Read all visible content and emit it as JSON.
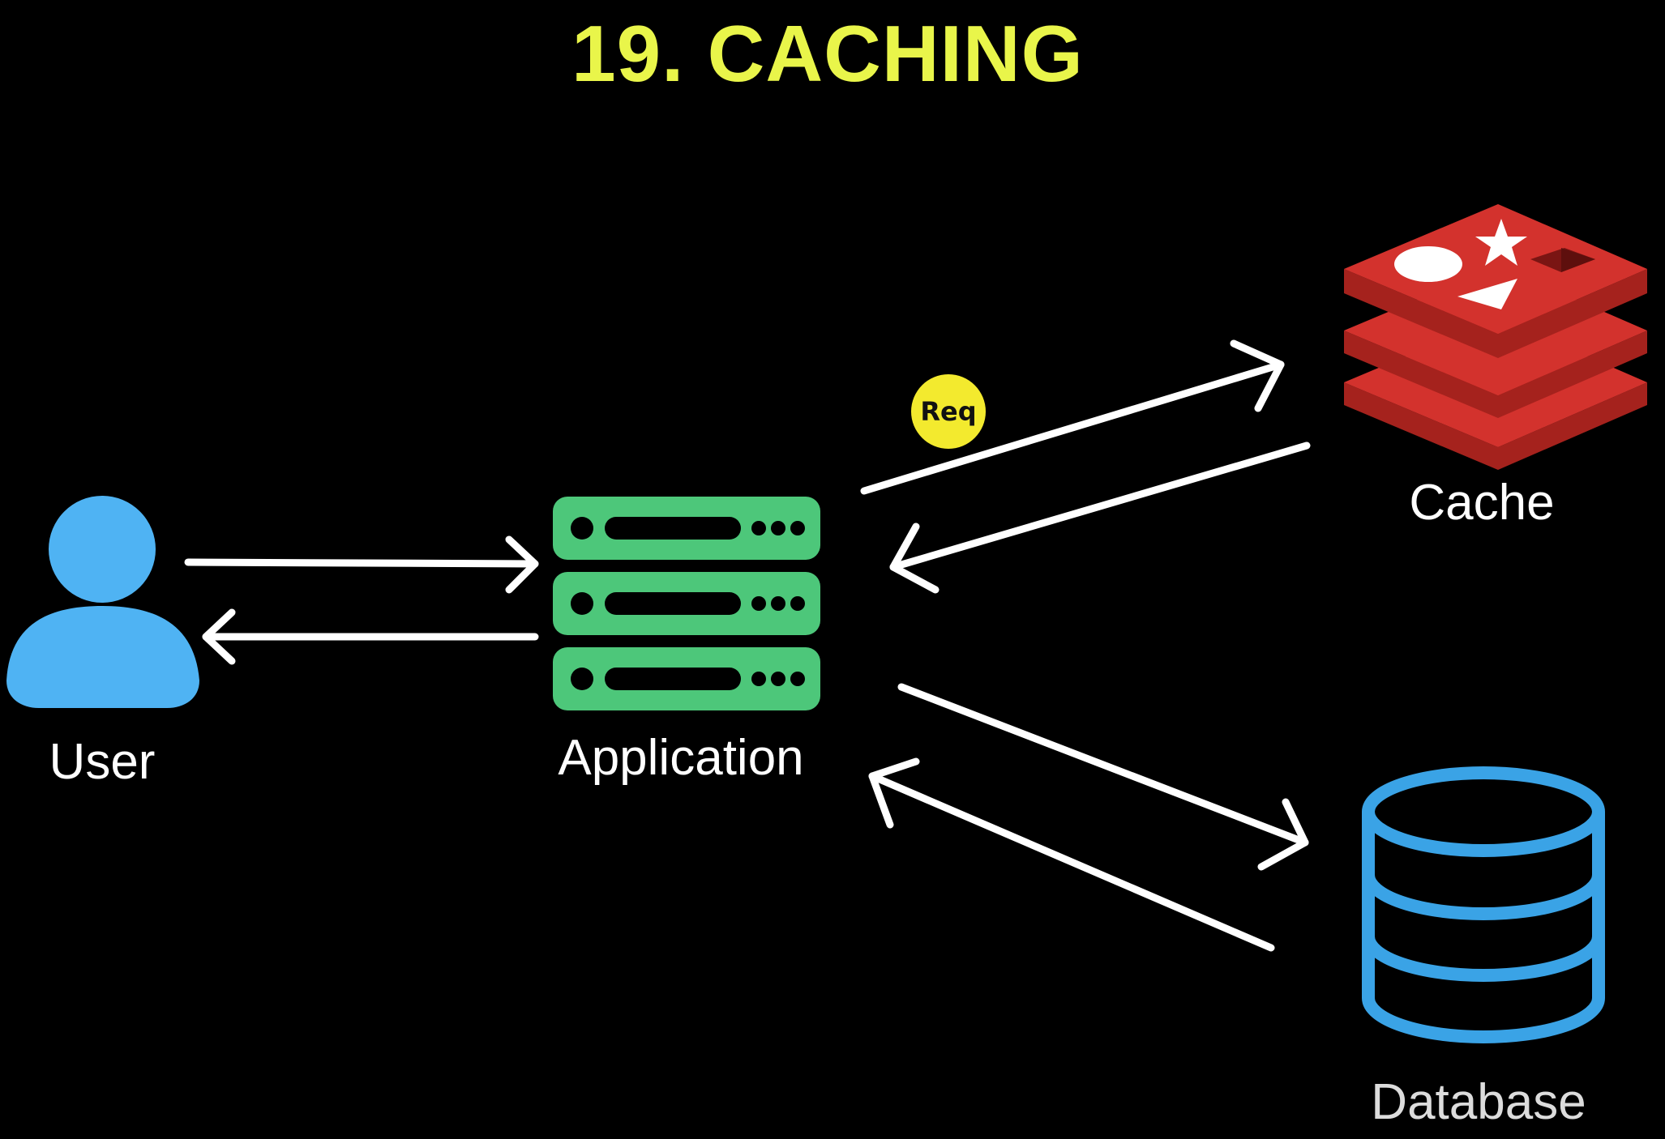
{
  "title": "19. CACHING",
  "nodes": {
    "user": {
      "label": "User",
      "icon": "user-icon",
      "color": "#4fb3f3"
    },
    "application": {
      "label": "Application",
      "icon": "server-icon",
      "color": "#4dc77a"
    },
    "cache": {
      "label": "Cache",
      "icon": "redis-icon",
      "color": "#d3322d"
    },
    "database": {
      "label": "Database",
      "icon": "database-icon",
      "color": "#3aa3e6"
    }
  },
  "badge": {
    "label": "Req",
    "color": "#f3ea2e"
  },
  "colors": {
    "background": "#000000",
    "title": "#e9f54a",
    "arrows": "#ffffff"
  }
}
